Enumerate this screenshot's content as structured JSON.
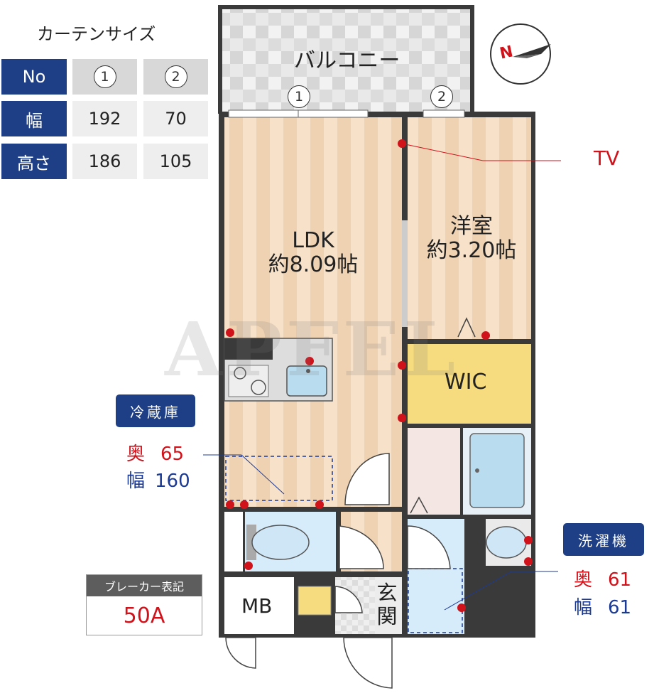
{
  "curtain": {
    "title": "カーテンサイズ",
    "header_label": "No",
    "columns": [
      "1",
      "2"
    ],
    "rows": [
      {
        "label": "幅",
        "values": [
          "192",
          "70"
        ]
      },
      {
        "label": "高さ",
        "values": [
          "186",
          "105"
        ]
      }
    ]
  },
  "rooms": {
    "balcony": "バルコニー",
    "ldk_name": "LDK",
    "ldk_size": "約8.09帖",
    "western_name": "洋室",
    "western_size": "約3.20帖",
    "wic": "WIC",
    "mb": "MB",
    "entrance_1": "玄",
    "entrance_2": "関"
  },
  "windows": [
    "1",
    "2"
  ],
  "tv_label": "TV",
  "watermark": "APFEL",
  "fridge": {
    "tag": "冷蔵庫",
    "depth_label": "奥",
    "depth_value": "65",
    "width_label": "幅",
    "width_value": "160"
  },
  "washer": {
    "tag": "洗濯機",
    "depth_label": "奥",
    "depth_value": "61",
    "width_label": "幅",
    "width_value": "61"
  },
  "breaker": {
    "title": "ブレーカー表記",
    "value": "50A"
  },
  "compass": {
    "label": "N"
  },
  "colors": {
    "navy": "#1e3f86",
    "red": "#d0121b",
    "blue_text": "#1b3a96",
    "wall": "#3a3a3a",
    "floor_stripe_a": "#f7e1c8",
    "floor_stripe_b": "#efd2b2",
    "wic_yellow": "#f6dc7e",
    "wet_blue": "#dcefff"
  }
}
